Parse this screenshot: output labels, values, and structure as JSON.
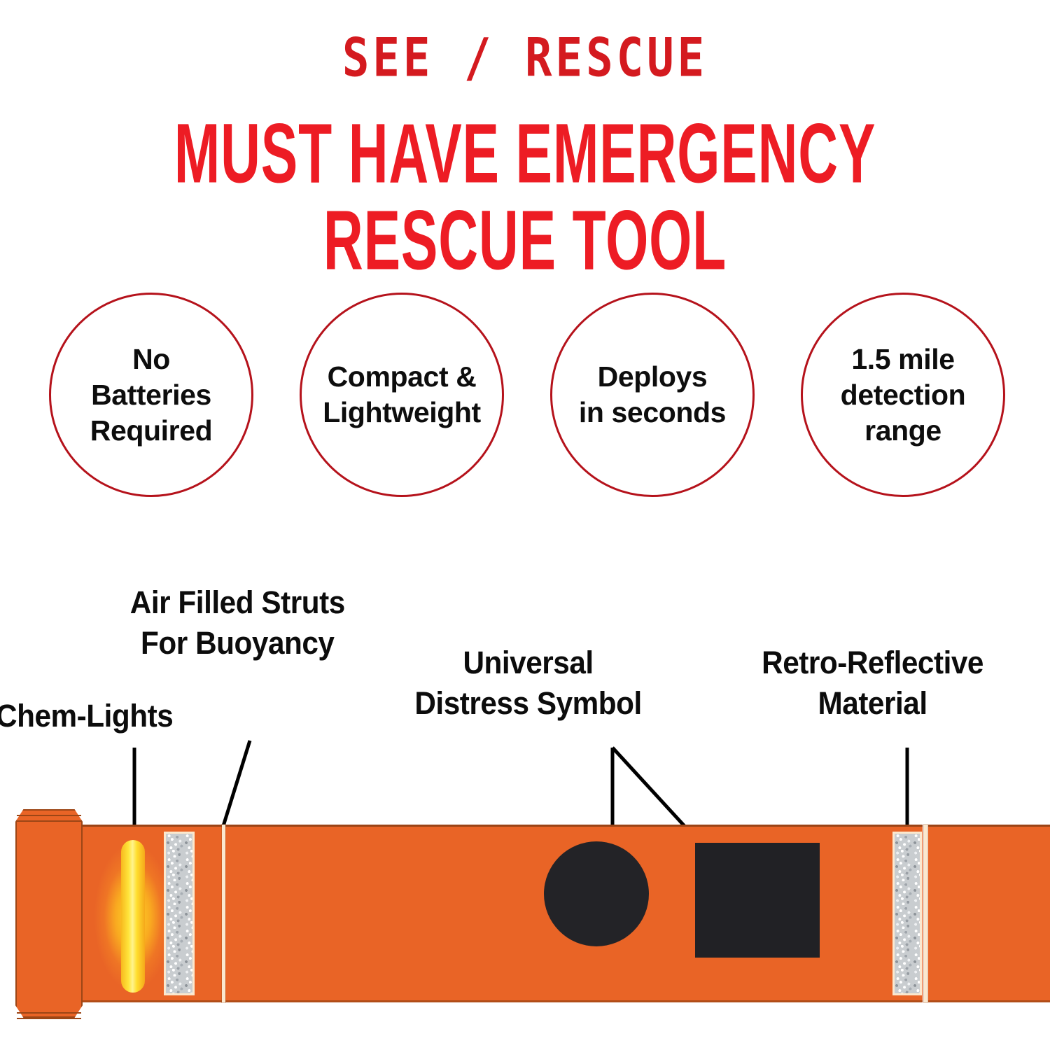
{
  "header": {
    "brand": "SEE / RESCUE",
    "headline_lines": [
      "MUST HAVE EMERGENCY",
      "RESCUE TOOL"
    ],
    "brand_color": "#D41A1F",
    "headline_color": "#ED1C24"
  },
  "badges": {
    "outline_color": "#B5121B",
    "text_color": "#0d0d0d",
    "items": [
      {
        "name": "no-batteries",
        "text": "No\nBatteries\nRequired"
      },
      {
        "name": "compact-lightweight",
        "text": "Compact &\nLightweight"
      },
      {
        "name": "deploys-seconds",
        "text": "Deploys\nin seconds"
      },
      {
        "name": "detection-range",
        "text": "1.5 mile\ndetection\nrange"
      }
    ]
  },
  "callouts": {
    "chem_lights": "Chem-Lights",
    "air_struts": "Air Filled Struts\nFor Buoyancy",
    "distress": "Universal\nDistress Symbol",
    "retro": "Retro-Reflective\nMaterial"
  },
  "product": {
    "banner_color": "#E96426",
    "banner_edge_color": "#9A4416",
    "seam_color": "#FBE8CE",
    "chemlight_color": "#FFE63C",
    "reflective_color": "#C9CDD0",
    "distress_symbol_color": "#232327"
  }
}
